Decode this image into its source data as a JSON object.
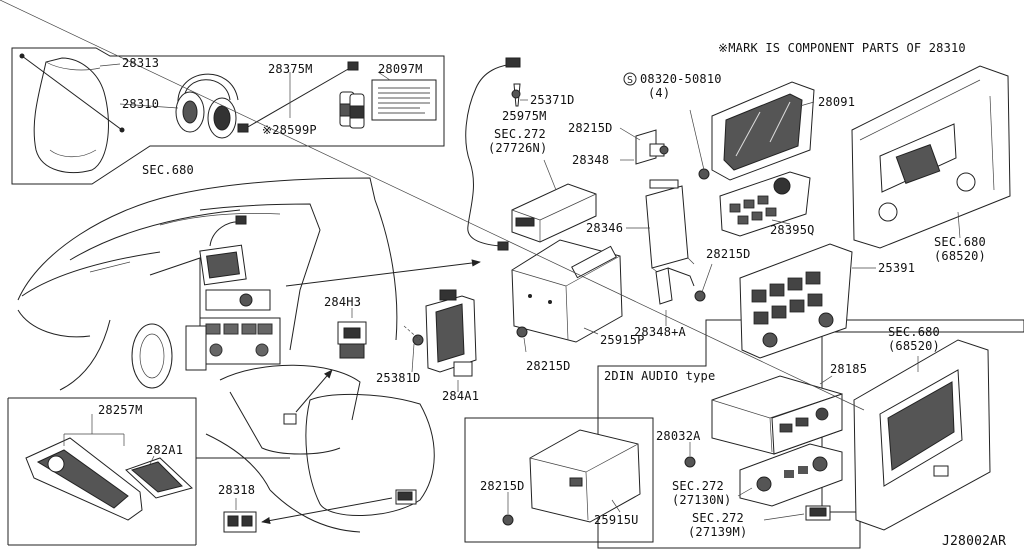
{
  "note": "※MARK IS COMPONENT PARTS OF 28310",
  "diagram_id": "J28002AR",
  "audio_type_label": "2DIN AUDIO type",
  "labels": {
    "p28313": "28313",
    "p28310": "28310",
    "p28375M": "28375M",
    "p28097M": "28097M",
    "p28599P": "※28599P",
    "sec680_top": "SEC.680",
    "p25975M": "25975M",
    "p25371D": "25371D",
    "sec272a": "SEC.272",
    "sec272a_ref": "(27726N)",
    "p08320": "08320-50810",
    "p08320_qty": "(4)",
    "p28091": "28091",
    "p28215D_a": "28215D",
    "p28348": "28348",
    "p28395Q": "28395Q",
    "p28346": "28346",
    "p28215D_b": "28215D",
    "p25391": "25391",
    "sec680_right": "SEC.680",
    "sec680_right_ref": "(68520)",
    "p284H3": "284H3",
    "p25915P": "25915P",
    "p28348A": "28348+A",
    "p25381D": "25381D",
    "p284A1": "284A1",
    "p28215D_c": "28215D",
    "sec680_low": "SEC.680",
    "sec680_low_ref": "(68520)",
    "p28185": "28185",
    "p28257M": "28257M",
    "p282A1": "282A1",
    "p28032A": "28032A",
    "p28318": "28318",
    "p28215D_d": "28215D",
    "p25915U": "25915U",
    "sec272b": "SEC.272",
    "sec272b_ref": "(27130N)",
    "sec272c": "SEC.272",
    "sec272c_ref": "(27139M)"
  },
  "icons": {
    "s_mark": "circled-s-icon"
  }
}
